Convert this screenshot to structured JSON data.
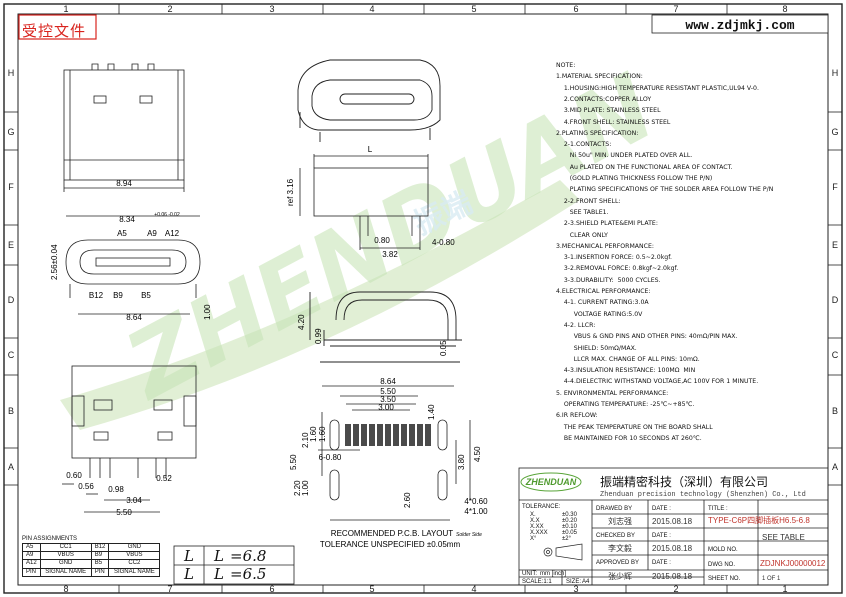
{
  "stamp": "受控文件",
  "website": "www.zdjmkj.com",
  "border": {
    "top_numbers": [
      "1",
      "2",
      "3",
      "4",
      "5",
      "6",
      "7",
      "8"
    ],
    "bottom_numbers": [
      "8",
      "7",
      "6",
      "5",
      "4",
      "3",
      "2",
      "1"
    ],
    "left_letters": [
      "H",
      "G",
      "F",
      "E",
      "D",
      "C",
      "B",
      "A"
    ],
    "right_letters": [
      "H",
      "G",
      "F",
      "E",
      "D",
      "C",
      "B",
      "A"
    ]
  },
  "watermark": {
    "brand": "ZHENDUAN",
    "chinese": "振端"
  },
  "dimensions": {
    "front_width": "8.94",
    "top_width": "8.34",
    "top_tol": "+0.06 -0.02",
    "pin_a5": "A5",
    "pin_a9": "A9",
    "pin_a12": "A12",
    "pin_b12": "B12",
    "pin_b9": "B9",
    "pin_b5": "B5",
    "height_256": "2.56±0.04",
    "width_864": "8.64",
    "leg_100": "1.00",
    "side_L": "L",
    "ref_316": "ref 3.16",
    "d_080": "0.80",
    "d_382": "3.82",
    "d_4_080": "4-0.80",
    "d_420": "4.20",
    "d_099": "0.99",
    "d_005": "0.05",
    "pcb_864": "8.64",
    "pcb_550": "5.50",
    "pcb_350": "3.50",
    "pcb_300": "3.00",
    "pcb_140": "1.40",
    "pcb_210": "2.10",
    "pcb_160": "1.60",
    "pcb_160b": "1.60",
    "pcb_550v": "5.50",
    "pcb_6_080": "6-0.80",
    "pcb_380": "3.80",
    "pcb_450": "4.50",
    "pcb_220": "2.20",
    "pcb_100": "1.00",
    "pcb_260": "2.60",
    "pcb_4_060": "4*0.60",
    "pcb_4_100": "4*1.00",
    "bot_060": "0.60",
    "bot_056": "0.56",
    "bot_098": "0.98",
    "bot_052": "0.52",
    "bot_304": "3.04",
    "bot_550": "5.50",
    "pcb_caption": "RECOMMENDED  P.C.B. LAYOUT",
    "pcb_tol": "TOLERANCE UNSPECIFIED ±0.05mm",
    "solder_note": "Solder Side"
  },
  "notes": [
    "NOTE:",
    "1.MATERIAL SPECIFICATION:",
    "    1.HOUSING:HIGH TEMPERATURE RESISTANT PLASTIC,UL94 V-0.",
    "    2.CONTACTS:COPPER ALLOY",
    "    3.MID PLATE: STAINLESS STEEL",
    "    4.FRONT SHELL: STAINLESS STEEL",
    "2.PLATING SPECIFICATION:",
    "    2-1.CONTACTS:",
    "       Ni 50u\" MIN. UNDER PLATED OVER ALL.",
    "       Au PLATED ON THE FUNCTIONAL AREA OF CONTACT.",
    "       (GOLD PLATING THICKNESS FOLLOW THE P/N)",
    "       PLATING SPECIFICATIONS OF THE SOLDER AREA FOLLOW THE P/N",
    "    2-2.FRONT SHELL:",
    "       SEE TABLE1.",
    "    2-3.SHIELD PLATE&EMI PLATE:",
    "       CLEAR ONLY",
    "3.MECHANICAL PERFORMANCE:",
    "    3-1.INSERTION FORCE: 0.5~2.0kgf.",
    "    3-2.REMOVAL FORCE: 0.8kgf~2.0kgf.",
    "    3-3.DURABILITY:  5000 CYCLES.",
    "4.ELECTRICAL PERFORMANCE:",
    "    4-1. CURRENT RATING:3.0A",
    "         VOLTAGE RATING:5.0V",
    "    4-2. LLCR:",
    "         VBUS & GND PINS AND OTHER PINS: 40mΩ/PIN MAX.",
    "         SHIELD: 50mΩ/MAX.",
    "         LLCR MAX. CHANGE OF ALL PINS: 10mΩ.",
    "    4-3.INSULATION RESISTANCE: 100MΩ  MIN",
    "    4-4.DIELECTRIC WITHSTAND VOLTAGE,AC 100V FOR 1 MINUTE.",
    "5. ENVIRONMENTAL PERFORMANCE:",
    "    OPERATING TEMPERATURE: -25℃~+85℃.",
    "6.IR REFLOW:",
    "    THE PEAK TEMPERATURE ON THE BOARD SHALL",
    "    BE MAINTAINED FOR 10 SECONDS AT 260℃."
  ],
  "title_block": {
    "logo": "ZHENDUAN",
    "company_cn": "振端精密科技（深圳）有限公司",
    "company_en": "Zhenduan precision technology (Shenzhen) Co., Ltd",
    "tolerance_label": "TOLERANCE:",
    "tol_rows": [
      {
        "k": "X.",
        "v": "±0.30"
      },
      {
        "k": "X.X",
        "v": "±0.20"
      },
      {
        "k": "X.XX",
        "v": "±0.10"
      },
      {
        "k": "X.XXX",
        "v": "±0.05"
      },
      {
        "k": "X°",
        "v": "±2°"
      }
    ],
    "drawn_by_label": "DRAWED BY",
    "drawn_by": "刘志强",
    "date_label": "DATE :",
    "date1": "2015.08.18",
    "title_label": "TITLE :",
    "title": "TYPE-C6P四脚插板H6.5-6.8",
    "checked_label": "CHECKED BY",
    "checked_by": "李文毅",
    "date2": "2015.08.18",
    "mold_label": "MOLD NO.",
    "mold_value": "SEE TABLE",
    "approved_label": "APPROVED BY",
    "approved_by": "张少辉",
    "date3": "2015.08.18",
    "dwg_label": "DWG NO.",
    "dwg_no": "ZDJNKJ00000012",
    "unit_label": "UNIT:",
    "unit_value": "mm  [inch]",
    "scale_label": "SCALE:1:1",
    "size_label": "SIZE:",
    "size_value": "A4",
    "sheet_label": "SHEET NO.",
    "sheet_value": "1 OF 1"
  },
  "pin_assignments": {
    "title": "PIN ASSIGNMENTS",
    "rows": [
      [
        "A5",
        "CC1",
        "B12",
        "GND"
      ],
      [
        "A9",
        "VBUS",
        "B9",
        "VBUS"
      ],
      [
        "A12",
        "GND",
        "B5",
        "CC2"
      ],
      [
        "PIN",
        "SIGNAL NAME",
        "PIN",
        "SIGNAL NAME"
      ]
    ]
  },
  "l_table": [
    {
      "l": "L",
      "val": "=6.8"
    },
    {
      "l": "L",
      "val": "=6.5"
    }
  ]
}
